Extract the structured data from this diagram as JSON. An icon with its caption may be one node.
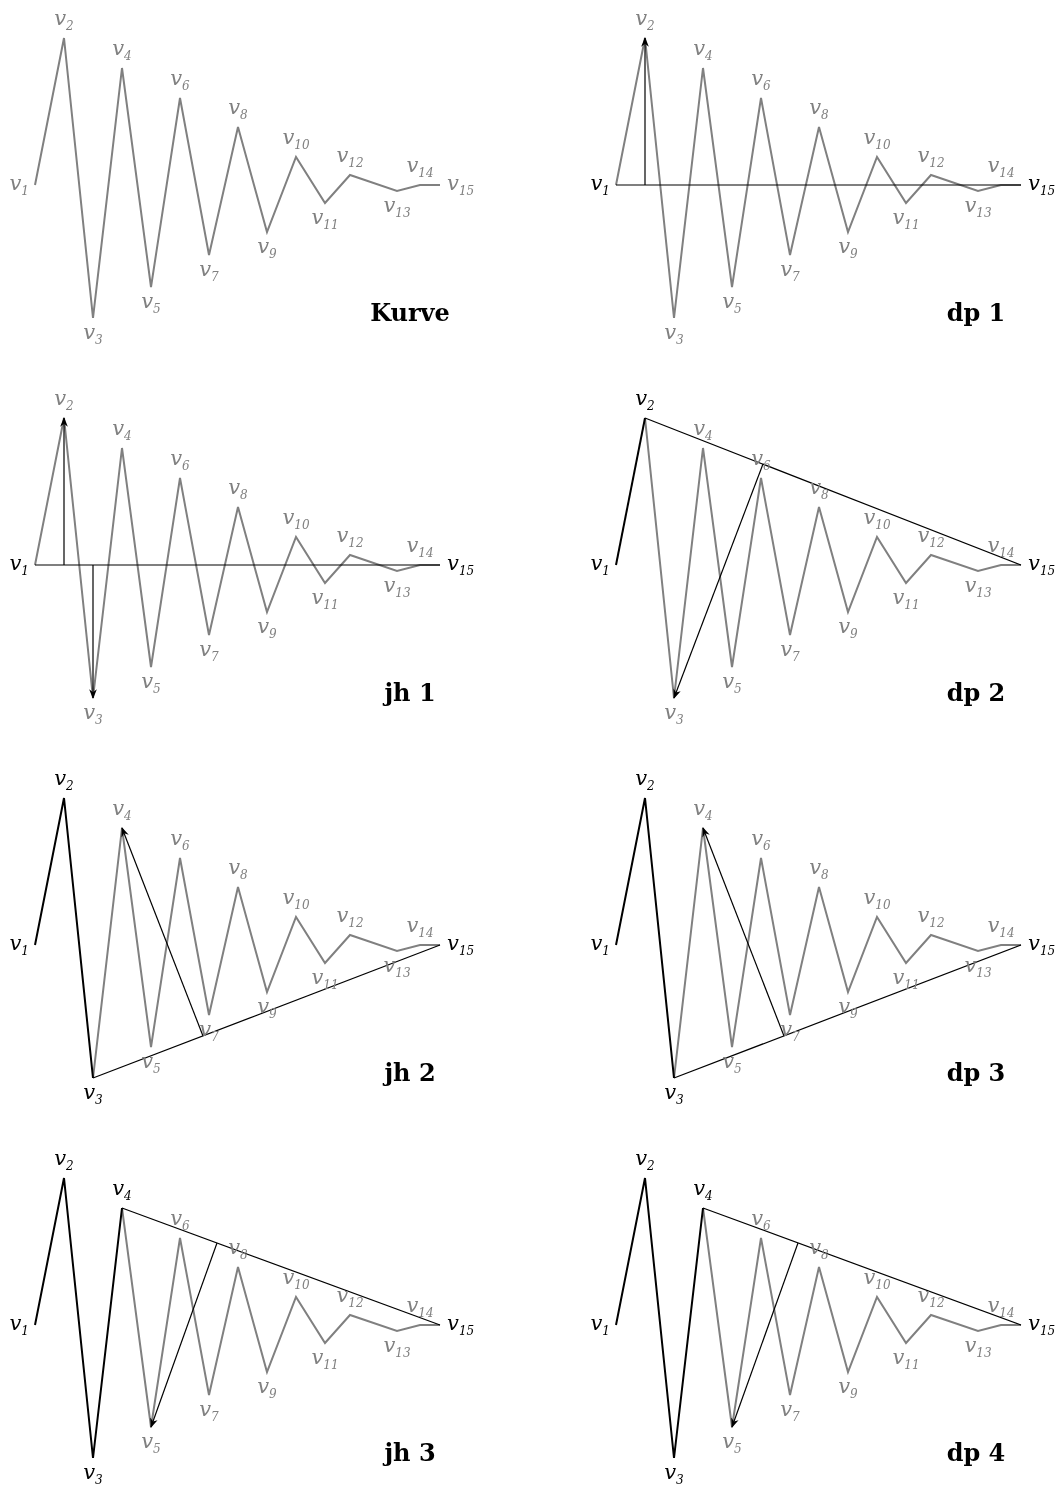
{
  "diagram": {
    "labels": [
      "v$_{1}$",
      "v$_{2}$",
      "v$_{3}$",
      "v$_{4}$",
      "v$_{5}$",
      "v$_{6}$",
      "v$_{7}$",
      "v$_{8}$",
      "v$_{9}$",
      "v$_{10}$",
      "v$_{11}$",
      "v$_{12}$",
      "v$_{13}$",
      "v$_{14}$",
      "v$_{15}$",
      "Kurve",
      "v$_{1}$",
      "v$_{2}$",
      "v$_{3}$",
      "v$_{4}$",
      "v$_{5}$",
      "v$_{6}$",
      "v$_{7}$",
      "v$_{8}$",
      "v$_{9}$",
      "v$_{10}$",
      "v$_{11}$",
      "v$_{12}$",
      "v$_{13}$",
      "v$_{14}$",
      "v$_{15}$",
      "dp 1",
      "v$_{1}$",
      "v$_{2}$",
      "v$_{3}$",
      "v$_{4}$",
      "v$_{5}$",
      "v$_{6}$",
      "v$_{7}$",
      "v$_{8}$",
      "v$_{9}$",
      "v$_{10}$",
      "v$_{11}$",
      "v$_{12}$",
      "v$_{13}$",
      "v$_{14}$",
      "v$_{15}$",
      "jh 1",
      "v$_{1}$",
      "v$_{2}$",
      "v$_{3}$",
      "v$_{4}$",
      "v$_{5}$",
      "v$_{6}$",
      "v$_{7}$",
      "v$_{8}$",
      "v$_{9}$",
      "v$_{10}$",
      "v$_{11}$",
      "v$_{12}$",
      "v$_{13}$",
      "v$_{14}$",
      "v$_{15}$",
      "dp 2",
      "v$_{1}$",
      "v$_{2}$",
      "v$_{3}$",
      "v$_{4}$",
      "v$_{5}$",
      "v$_{6}$",
      "v$_{7}$",
      "v$_{8}$",
      "v$_{9}$",
      "v$_{10}$",
      "v$_{11}$",
      "v$_{12}$",
      "v$_{13}$",
      "v$_{14}$",
      "v$_{15}$",
      "jh 2",
      "v$_{1}$",
      "v$_{2}$",
      "v$_{3}$",
      "v$_{4}$",
      "v$_{5}$",
      "v$_{6}$",
      "v$_{7}$",
      "v$_{8}$",
      "v$_{9}$",
      "v$_{10}$",
      "v$_{11}$",
      "v$_{12}$",
      "v$_{13}$",
      "v$_{14}$",
      "v$_{15}$",
      "dp 3",
      "v$_{1}$",
      "v$_{2}$",
      "v$_{3}$",
      "v$_{4}$",
      "v$_{5}$",
      "v$_{6}$",
      "v$_{7}$",
      "v$_{8}$",
      "v$_{9}$",
      "v$_{10}$",
      "v$_{11}$",
      "v$_{12}$",
      "v$_{13}$",
      "v$_{14}$",
      "v$_{15}$",
      "jh 3",
      "v$_{1}$",
      "v$_{2}$",
      "v$_{3}$",
      "v$_{4}$",
      "v$_{5}$",
      "v$_{6}$",
      "v$_{7}$",
      "v$_{8}$",
      "v$_{9}$",
      "v$_{10}$",
      "v$_{11}$",
      "v$_{12}$",
      "v$_{13}$",
      "v$_{14}$",
      "v$_{15}$",
      "dp 4"
    ]
  }
}
